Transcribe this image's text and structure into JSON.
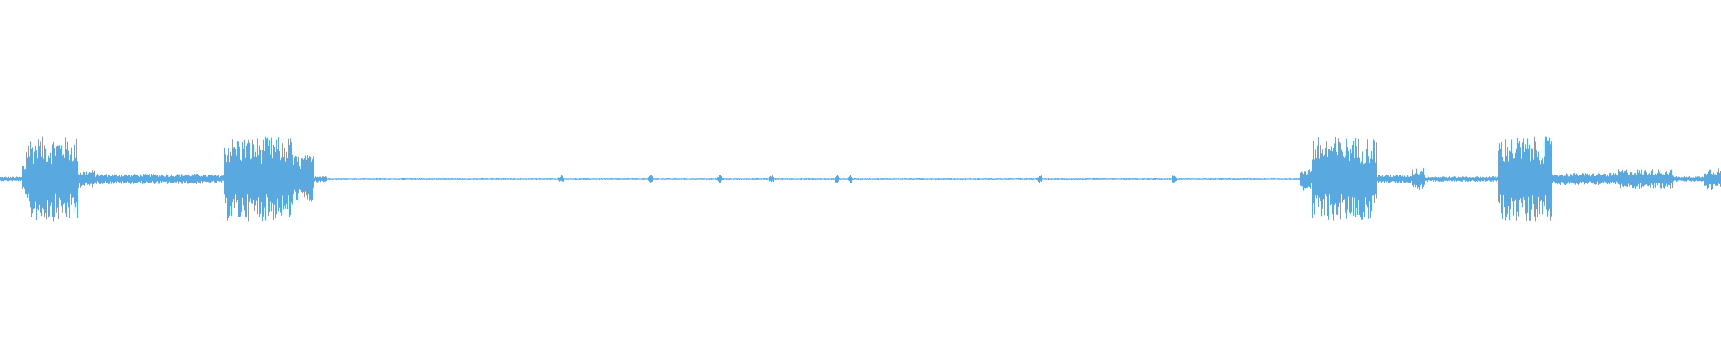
{
  "waveform": {
    "color": "#5aa8e0",
    "duration_fraction_segments": [
      {
        "start": 0.0,
        "end": 0.012,
        "amp": 0.05
      },
      {
        "start": 0.012,
        "end": 0.015,
        "amp": 0.35
      },
      {
        "start": 0.015,
        "end": 0.045,
        "amp": 0.95
      },
      {
        "start": 0.045,
        "end": 0.055,
        "amp": 0.2
      },
      {
        "start": 0.055,
        "end": 0.118,
        "amp": 0.12
      },
      {
        "start": 0.118,
        "end": 0.13,
        "amp": 0.1
      },
      {
        "start": 0.13,
        "end": 0.17,
        "amp": 0.95
      },
      {
        "start": 0.17,
        "end": 0.182,
        "amp": 0.55
      },
      {
        "start": 0.182,
        "end": 0.19,
        "amp": 0.08
      },
      {
        "start": 0.19,
        "end": 0.755,
        "amp": 0.02
      },
      {
        "start": 0.755,
        "end": 0.762,
        "amp": 0.25
      },
      {
        "start": 0.762,
        "end": 0.8,
        "amp": 0.95
      },
      {
        "start": 0.8,
        "end": 0.82,
        "amp": 0.1
      },
      {
        "start": 0.82,
        "end": 0.828,
        "amp": 0.25
      },
      {
        "start": 0.828,
        "end": 0.87,
        "amp": 0.06
      },
      {
        "start": 0.87,
        "end": 0.902,
        "amp": 0.95
      },
      {
        "start": 0.902,
        "end": 0.94,
        "amp": 0.14
      },
      {
        "start": 0.94,
        "end": 0.972,
        "amp": 0.22
      },
      {
        "start": 0.972,
        "end": 0.99,
        "amp": 0.06
      },
      {
        "start": 0.99,
        "end": 1.0,
        "amp": 0.25
      }
    ],
    "blips": [
      0.326,
      0.378,
      0.418,
      0.448,
      0.486,
      0.494,
      0.604,
      0.682
    ]
  }
}
